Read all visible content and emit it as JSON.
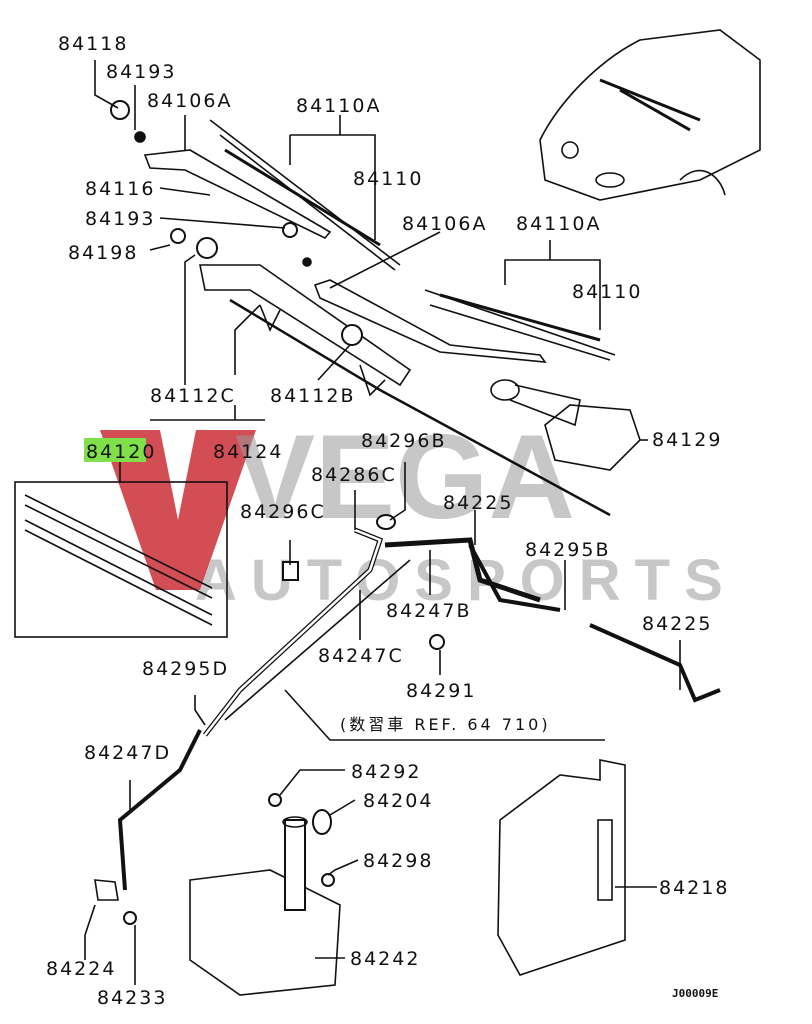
{
  "diagram": {
    "labels": {
      "p84118": "84118",
      "p84193a": "84193",
      "p84106a_1": "84106A",
      "p84110a_1": "84110A",
      "p84110_1": "84110",
      "p84116": "84116",
      "p84193b": "84193",
      "p84198": "84198",
      "p84106a_2": "84106A",
      "p84110a_2": "84110A",
      "p84110_2": "84110",
      "p84112c": "84112C",
      "p84112b": "84112B",
      "p84120": "84120",
      "p84124": "84124",
      "p84296b": "84296B",
      "p84286c": "84286C",
      "p84129": "84129",
      "p84296c": "84296C",
      "p84225a": "84225",
      "p84295b": "84295B",
      "p84247b": "84247B",
      "p84225b": "84225",
      "p84247c": "84247C",
      "p84295d": "84295D",
      "p84291": "84291",
      "p84247d": "84247D",
      "p84292": "84292",
      "p84204": "84204",
      "p84298": "84298",
      "p84218": "84218",
      "p84224": "84224",
      "p84242": "84242",
      "p84233": "84233"
    },
    "ref_note": "(数習車   REF. 64 710)",
    "diagram_code": "J00009E",
    "highlight_color": "#7fe04a"
  },
  "watermark": {
    "line1": "VEGA",
    "line2": "AUTOSPORTS",
    "logo_color": "#c8202a"
  }
}
